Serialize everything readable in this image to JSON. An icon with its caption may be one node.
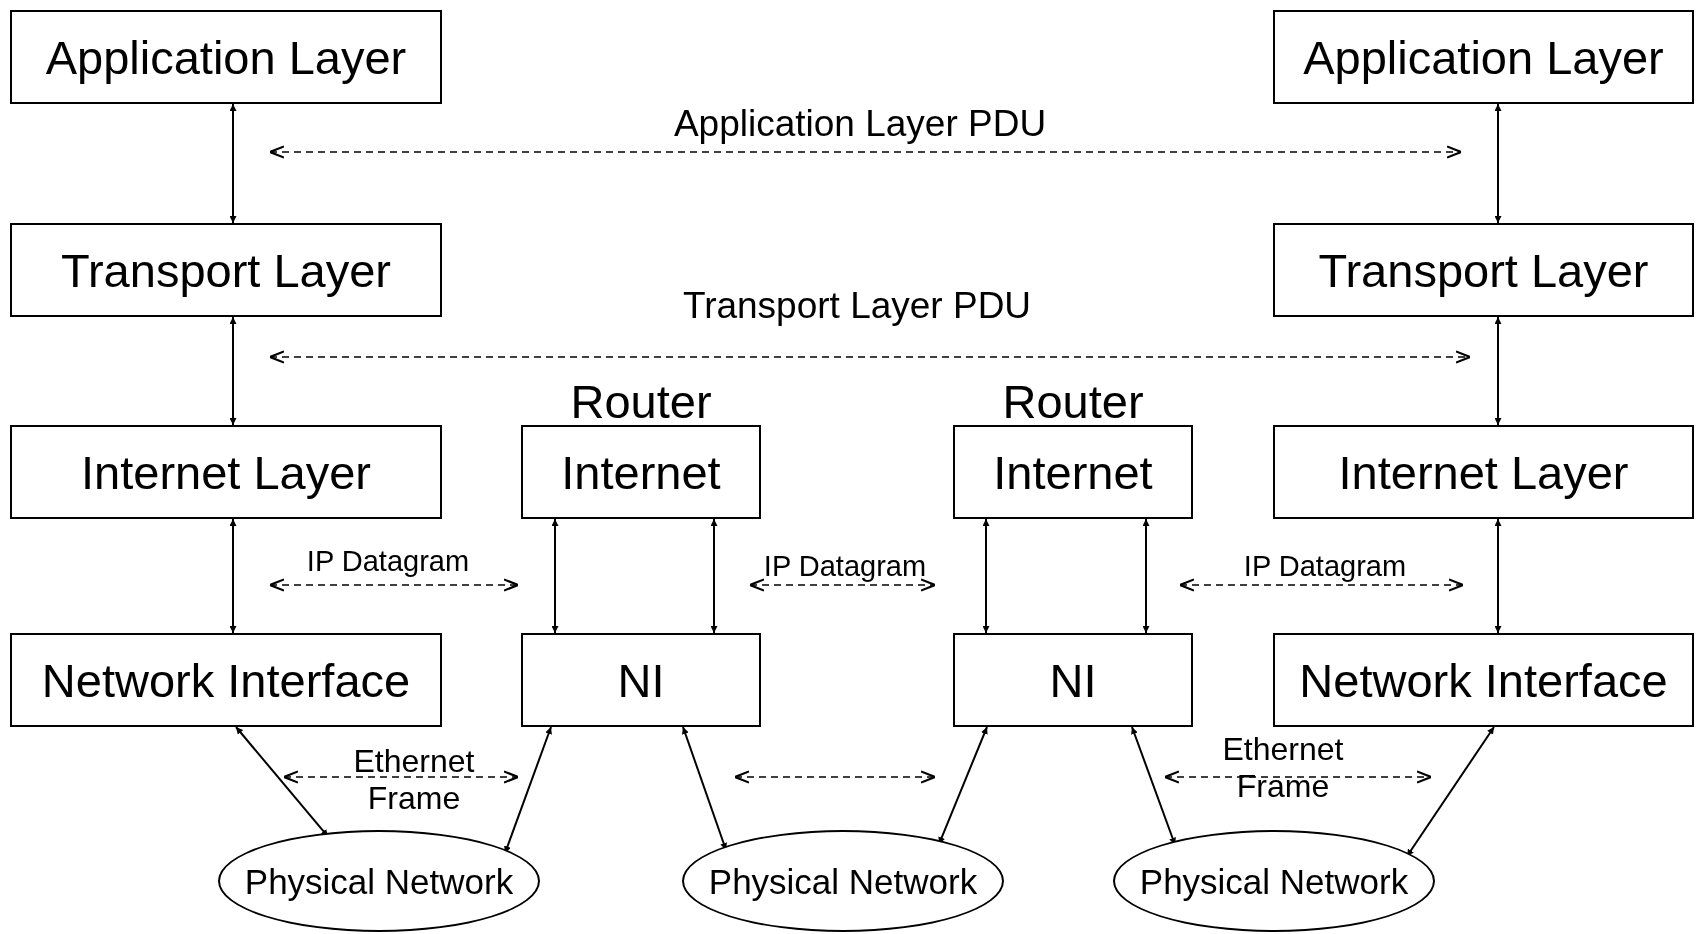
{
  "diagram": {
    "nodes": [
      {
        "text": [
          "Application Layer"
        ]
      },
      {
        "text": [
          "Application Layer"
        ]
      },
      {
        "text": [
          "Transport Layer"
        ]
      },
      {
        "text": [
          "Transport Layer"
        ]
      },
      {
        "text": [
          "Internet Layer"
        ]
      },
      {
        "text": [
          "Internet"
        ],
        "beside": [
          "Router"
        ]
      },
      {
        "text": [
          "Internet"
        ],
        "beside": [
          "Router"
        ]
      },
      {
        "text": [
          "Internet Layer"
        ]
      },
      {
        "text": [
          "Network Interface"
        ]
      },
      {
        "text": [
          "NI"
        ]
      },
      {
        "text": [
          "NI"
        ]
      },
      {
        "text": [
          "Network Interface"
        ]
      },
      {
        "text": [
          "Physical Network"
        ]
      },
      {
        "text": [
          "Physical Network"
        ]
      },
      {
        "text": [
          "Physical Network"
        ]
      }
    ],
    "edges": [
      {
        "from": 0,
        "to": 2,
        "arrow": "both"
      },
      {
        "from": 1,
        "to": 3,
        "arrow": "both"
      },
      {
        "from": 2,
        "to": 4,
        "arrow": "both"
      },
      {
        "from": 3,
        "to": 7,
        "arrow": "both"
      },
      {
        "from": 4,
        "to": 8,
        "arrow": "both"
      },
      {
        "from": 5,
        "to": 9,
        "arrow": "both"
      },
      {
        "from": 5,
        "to": 9,
        "arrow": "both"
      },
      {
        "from": 6,
        "to": 10,
        "arrow": "both"
      },
      {
        "from": 6,
        "to": 10,
        "arrow": "both"
      },
      {
        "from": 7,
        "to": 11,
        "arrow": "both"
      },
      {
        "from": 8,
        "to": 12,
        "arrow": "both"
      },
      {
        "from": 9,
        "to": 12,
        "arrow": "both"
      },
      {
        "from": 9,
        "to": 13,
        "arrow": "both"
      },
      {
        "from": 10,
        "to": 13,
        "arrow": "both"
      },
      {
        "from": 10,
        "to": 14,
        "arrow": "both"
      },
      {
        "from": 11,
        "to": 14,
        "arrow": "both"
      }
    ],
    "labels": [
      "Application Layer PDU",
      "Transport Layer PDU",
      "IP Datagram",
      "IP Datagram",
      "IP Datagram",
      "Ethernet Frame",
      "Ethernet Frame"
    ]
  }
}
